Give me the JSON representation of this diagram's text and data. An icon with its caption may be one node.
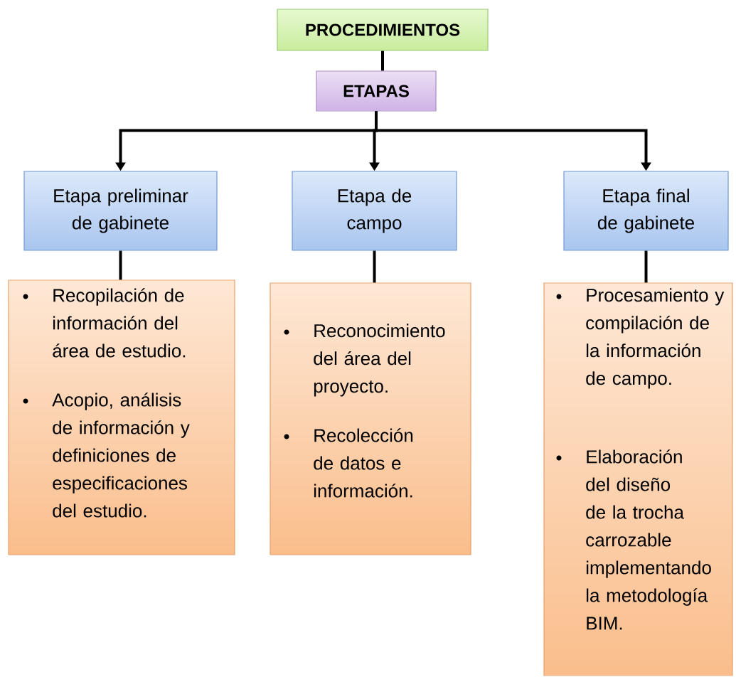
{
  "diagram": {
    "nodes": [
      {
        "text": [
          "PROCEDIMIENTOS"
        ]
      },
      {
        "text": [
          "ETAPAS"
        ]
      },
      {
        "text": [
          "Etapa preliminar de gabinete"
        ]
      },
      {
        "text": [
          "Etapa de campo"
        ]
      },
      {
        "text": [
          "Etapa final de gabinete"
        ]
      },
      {
        "text": [
          "Recopilación de información del área de estudio.",
          "Acopio, análisis de información y definiciones de especificaciones del estudio."
        ]
      },
      {
        "text": [
          "Reconocimiento del área del proyecto.",
          "Recolección de datos e información."
        ]
      },
      {
        "text": [
          "Procesamiento y compilación de la información de campo.",
          "Elaboración del diseño de la trocha carrozable implementando la metodología BIM."
        ]
      }
    ],
    "edges": [
      {
        "from": 0,
        "to": 1,
        "arrow": "none"
      },
      {
        "from": 1,
        "to": 2,
        "arrow": "to"
      },
      {
        "from": 1,
        "to": 3,
        "arrow": "to"
      },
      {
        "from": 1,
        "to": 4,
        "arrow": "to"
      },
      {
        "from": 2,
        "to": 5,
        "arrow": "none"
      },
      {
        "from": 3,
        "to": 6,
        "arrow": "none"
      },
      {
        "from": 4,
        "to": 7,
        "arrow": "none"
      }
    ]
  }
}
